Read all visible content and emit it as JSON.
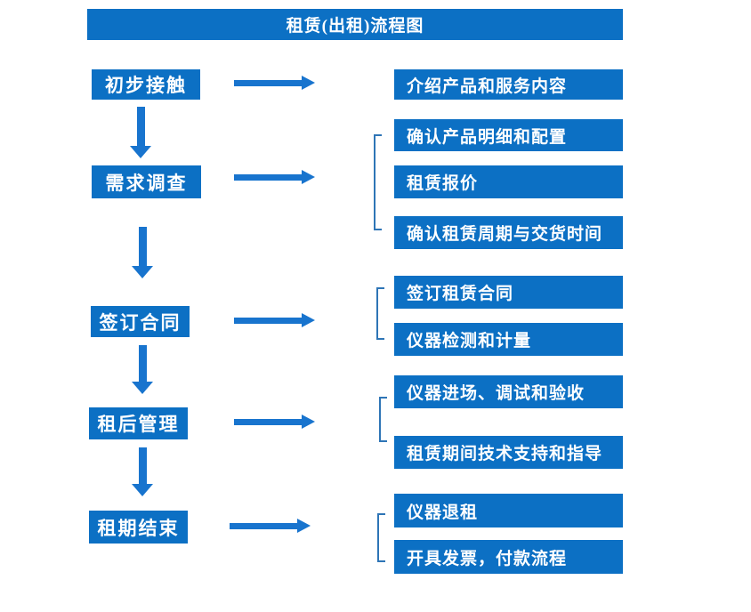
{
  "title": "租赁(出租)流程图",
  "colors": {
    "box_fill": "#0c70c4",
    "arrow": "#1874ce",
    "bracket": "#2e75b6",
    "text": "#ffffff",
    "background": "#ffffff"
  },
  "stages": [
    {
      "label": "初步接触",
      "details": [
        "介绍产品和服务内容"
      ]
    },
    {
      "label": "需求调查",
      "details": [
        "确认产品明细和配置",
        "租赁报价",
        "确认租赁周期与交货时间"
      ]
    },
    {
      "label": "签订合同",
      "details": [
        "签订租赁合同",
        "仪器检测和计量"
      ]
    },
    {
      "label": "租后管理",
      "details": [
        "仪器进场、调试和验收",
        "租赁期间技术支持和指导"
      ]
    },
    {
      "label": "租期结束",
      "details": [
        "仪器退租",
        "开具发票，付款流程"
      ]
    }
  ]
}
